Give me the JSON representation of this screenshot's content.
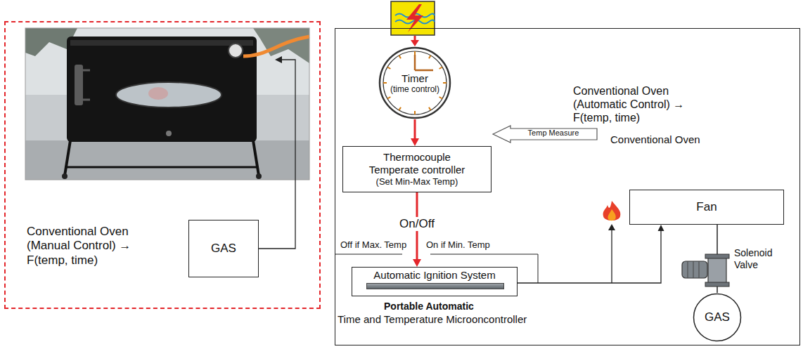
{
  "diagram": {
    "nodes": [
      {
        "text": [
          "Conventional Oven (Manual Control) → F(temp, time)"
        ]
      },
      {
        "text": [
          "GAS"
        ],
        "in": 0
      },
      {
        "text": [
          "Conventional Oven (Automatic Control) → F(temp, time)",
          "Conventional Oven",
          "Portable Automatic",
          "Time and Temperature Microoncontroller"
        ]
      },
      {
        "text": [
          "Timer",
          "(time control)"
        ],
        "in": 2
      },
      {
        "text": [
          "Thermocouple Temperate controller",
          "(Set Min-Max Temp)"
        ],
        "in": 2
      },
      {
        "text": [
          "Temp Measure"
        ],
        "in": 2
      },
      {
        "text": [
          "Automatic Ignition System"
        ],
        "in": 2
      },
      {
        "text": [
          "Fan"
        ],
        "in": 2
      },
      {
        "text": [
          "GAS"
        ],
        "in": 2
      }
    ],
    "edges": [
      {
        "from": 3,
        "to": 4,
        "arrow": "to"
      },
      {
        "from": 4,
        "to": 6,
        "label": "On/Off",
        "arrow": "to"
      },
      {
        "from": 6,
        "to": 7,
        "arrow": "to"
      },
      {
        "from": 8,
        "to": 7,
        "arrow": "none"
      }
    ],
    "labels": [
      "Off if Max. Temp",
      "On if Min. Temp",
      "Solenoid Valve"
    ]
  }
}
